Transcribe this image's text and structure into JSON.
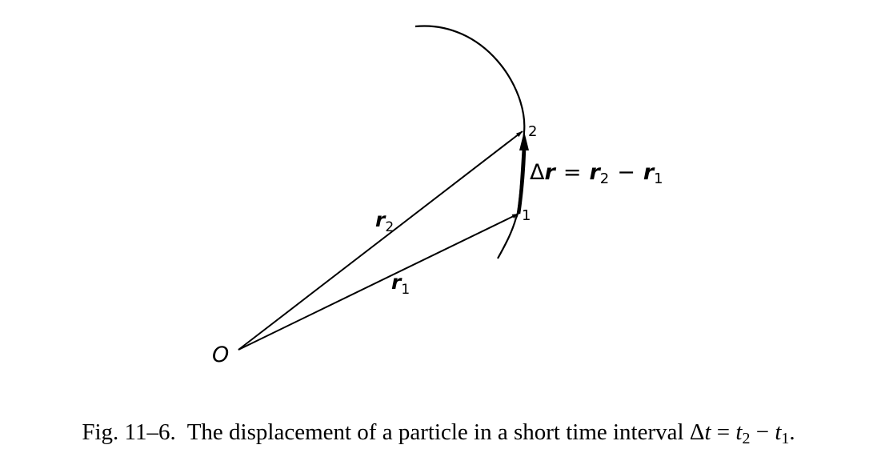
{
  "figure": {
    "origin_label": "O",
    "point1_label": "1",
    "point2_label": "2",
    "r1_label": {
      "base": "r",
      "sub": "1"
    },
    "r2_label": {
      "base": "r",
      "sub": "2"
    },
    "delta_label": {
      "delta": "Δ",
      "r": "r",
      "eq": "=",
      "r2": "r",
      "r2_sub": "2",
      "minus": "−",
      "r1": "r",
      "r1_sub": "1"
    }
  },
  "caption": {
    "fig_number": "Fig. 11–6.",
    "text": "The displacement of a particle in a short time interval ",
    "delta": "Δ",
    "t": "t",
    "eq": " = ",
    "t2": "t",
    "t2_sub": "2",
    "minus": " − ",
    "t1": "t",
    "t1_sub": "1",
    "period": "."
  },
  "colors": {
    "ink": "#000000",
    "background": "#ffffff"
  }
}
